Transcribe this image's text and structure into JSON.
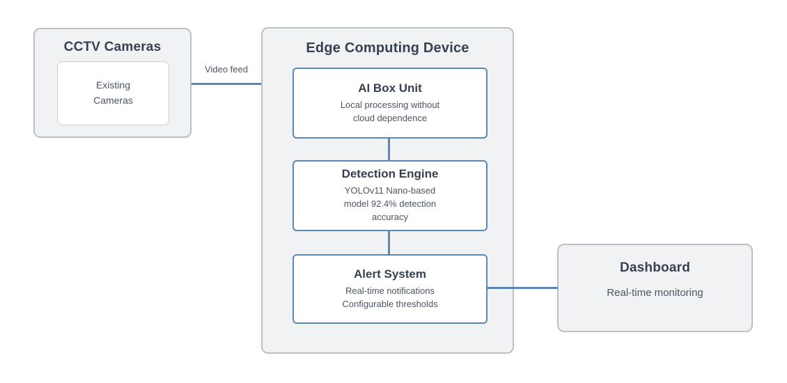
{
  "colors": {
    "accent_blue": "#5b87b5",
    "group_box_fill": "#f1f2f3",
    "group_box_border": "#bbc0c6",
    "title_text": "#374151",
    "body_text": "#4b5563"
  },
  "diagram": {
    "cctv_group": {
      "title": "CCTV Cameras",
      "camera_node": {
        "label": [
          "Existing",
          "Cameras"
        ]
      }
    },
    "video_feed_connector": {
      "label": "Video feed"
    },
    "edge_group": {
      "title": "Edge Computing Device",
      "nodes": [
        {
          "title": "AI Box Unit",
          "description": [
            "Local processing without",
            "cloud dependence"
          ]
        },
        {
          "title": "Detection Engine",
          "description": [
            "YOLOv11 Nano-based",
            "model 92.4% detection",
            "accuracy"
          ]
        },
        {
          "title": "Alert System",
          "description": [
            "Real-time notifications",
            "Configurable thresholds"
          ]
        }
      ]
    },
    "dashboard_group": {
      "title": "Dashboard",
      "description": "Real-time monitoring"
    }
  }
}
